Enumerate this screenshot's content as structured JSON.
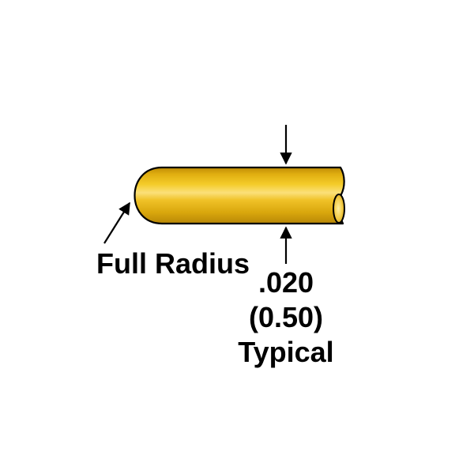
{
  "diagram": {
    "callout_radius": "Full Radius",
    "dimension_inch": ".020",
    "dimension_mm": "(0.50)",
    "dimension_note": "Typical"
  },
  "colors": {
    "background": "#ffffff",
    "ink": "#000000",
    "gold_dark": "#b98a05",
    "gold_mid": "#e6b800",
    "gold_light": "#ffd84a",
    "gold_highlight": "#fff2a8"
  }
}
